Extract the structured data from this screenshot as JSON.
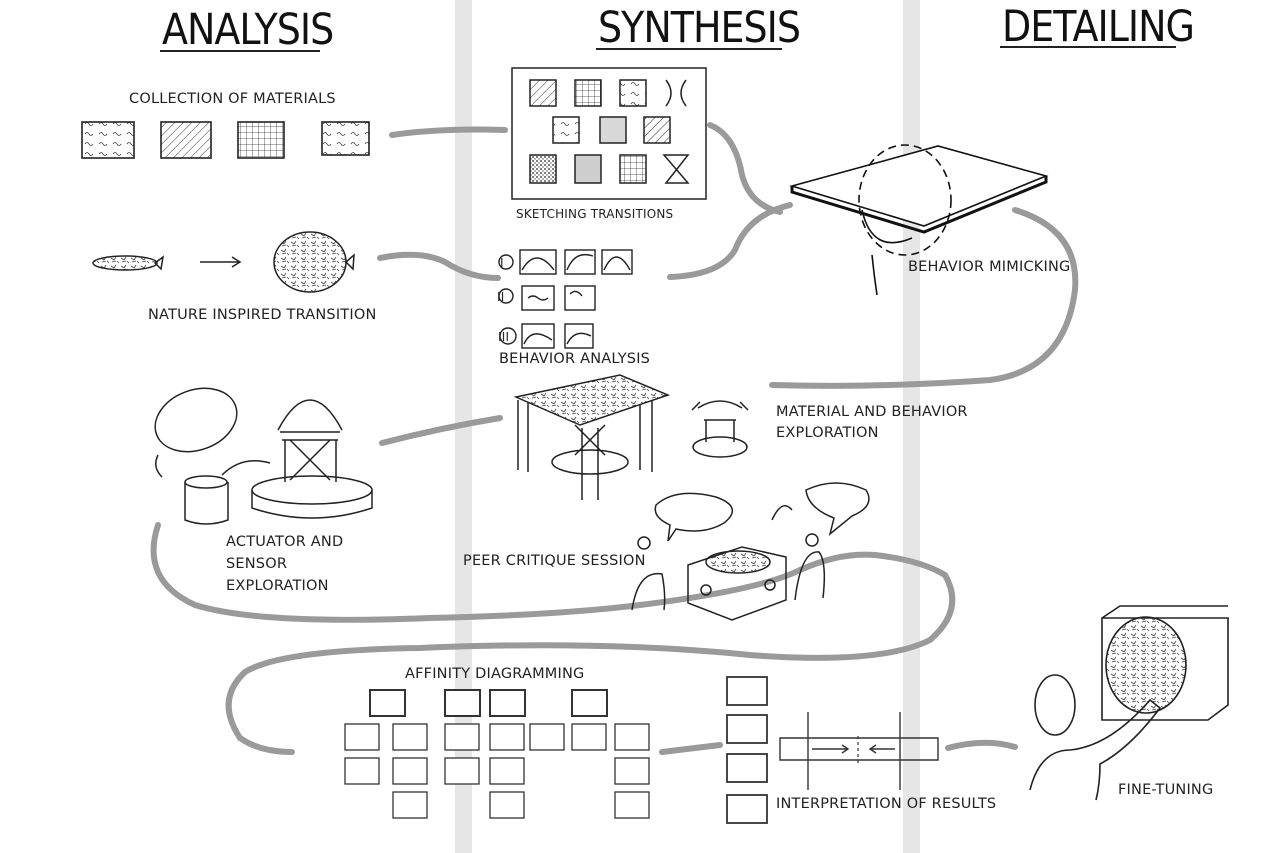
{
  "phases": {
    "analysis": "ANALYSIS",
    "synthesis": "SYNTHESIS",
    "detailing": "DETAILING"
  },
  "steps": {
    "collection_of_materials": "COLLECTION OF MATERIALS",
    "nature_inspired_transition": "NATURE INSPIRED TRANSITION",
    "actuator_line1": "ACTUATOR AND",
    "actuator_line2": "SENSOR",
    "actuator_line3": "EXPLORATION",
    "sketching_transitions": "SKETCHING TRANSITIONS",
    "behavior_analysis": "BEHAVIOR ANALYSIS",
    "material_behavior_line1": "MATERIAL AND BEHAVIOR",
    "material_behavior_line2": "EXPLORATION",
    "peer_critique_session": "PEER CRITIQUE SESSION",
    "affinity_diagramming": "AFFINITY DIAGRAMMING",
    "interpretation_of_results": "INTERPRETATION OF RESULTS",
    "behavior_mimicking": "BEHAVIOR MIMICKING",
    "fine_tuning": "FINE-TUNING"
  },
  "behavior_analysis_markers": [
    "I",
    "II",
    "III"
  ],
  "colors": {
    "ink": "#1a1a1a",
    "flow_path": "#9a9a9a",
    "phase_divider": "#e6e6e6"
  }
}
